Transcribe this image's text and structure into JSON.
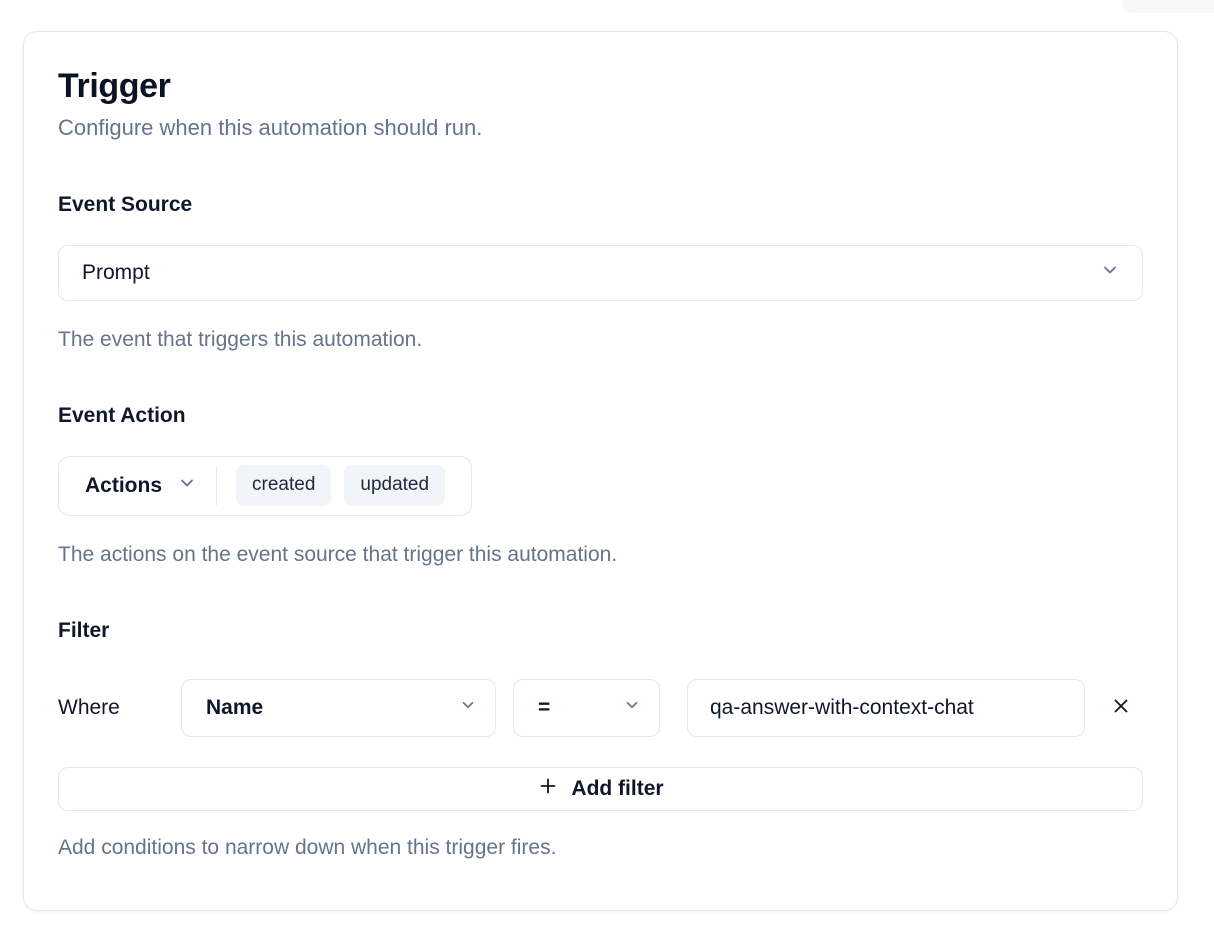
{
  "page": {
    "title": "Trigger",
    "subtitle": "Configure when this automation should run."
  },
  "event_source": {
    "label": "Event Source",
    "value": "Prompt",
    "helper": "The event that triggers this automation."
  },
  "event_action": {
    "label": "Event Action",
    "selector_label": "Actions",
    "selected": [
      "created",
      "updated"
    ],
    "helper": "The actions on the event source that trigger this automation."
  },
  "filter": {
    "label": "Filter",
    "where_label": "Where",
    "field_value": "Name",
    "operator_value": "=",
    "value": "qa-answer-with-context-chat",
    "add_button_label": "Add filter",
    "helper": "Add conditions to narrow down when this trigger fires."
  },
  "colors": {
    "text": "#0f172a",
    "muted": "#64748b",
    "border": "#e2e8f0",
    "tag_bg": "#f1f5f9",
    "card_bg": "#ffffff"
  }
}
